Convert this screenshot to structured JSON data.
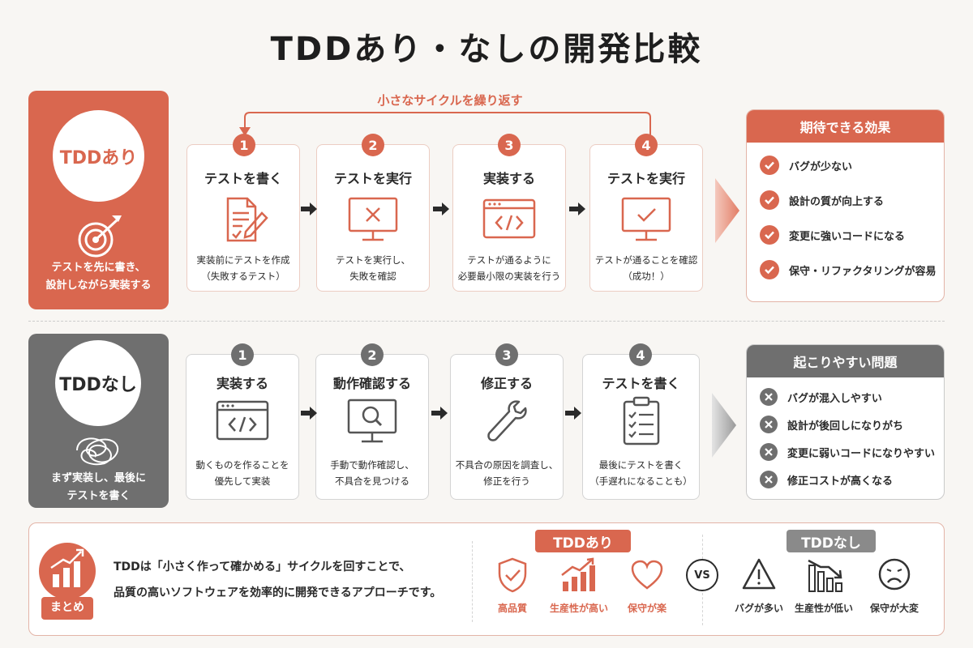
{
  "title": "TDDあり・なしの開発比較",
  "colors": {
    "accent": "#d9674f",
    "neutral": "#6f6f6f"
  },
  "with_tdd": {
    "label": "TDDあり",
    "desc": [
      "テストを先に書き、",
      "設計しながら実装する"
    ],
    "side_icon": "target-icon",
    "loop_label": "小さなサイクルを繰り返す",
    "steps": [
      {
        "num": "1",
        "title": "テストを書く",
        "icon": "document-pencil-icon",
        "desc": [
          "実装前にテストを作成",
          "（失敗するテスト）"
        ]
      },
      {
        "num": "2",
        "title": "テストを実行",
        "icon": "monitor-x-icon",
        "desc": [
          "テストを実行し、",
          "失敗を確認"
        ]
      },
      {
        "num": "3",
        "title": "実装する",
        "icon": "code-window-icon",
        "desc": [
          "テストが通るように",
          "必要最小限の実装を行う"
        ]
      },
      {
        "num": "4",
        "title": "テストを実行",
        "icon": "monitor-check-icon",
        "desc": [
          "テストが通ることを確認",
          "（成功！）"
        ]
      }
    ],
    "results_title": "期待できる効果",
    "results": [
      "バグが少ない",
      "設計の質が向上する",
      "変更に強いコードになる",
      "保守・リファクタリングが容易"
    ]
  },
  "without_tdd": {
    "label": "TDDなし",
    "desc": [
      "まず実装し、最後に",
      "テストを書く"
    ],
    "side_icon": "tangle-icon",
    "steps": [
      {
        "num": "1",
        "title": "実装する",
        "icon": "code-window-icon",
        "desc": [
          "動くものを作ることを",
          "優先して実装"
        ]
      },
      {
        "num": "2",
        "title": "動作確認する",
        "icon": "monitor-search-icon",
        "desc": [
          "手動で動作確認し、",
          "不具合を見つける"
        ]
      },
      {
        "num": "3",
        "title": "修正する",
        "icon": "wrench-icon",
        "desc": [
          "不具合の原因を調査し、",
          "修正を行う"
        ]
      },
      {
        "num": "4",
        "title": "テストを書く",
        "icon": "checklist-clipboard-icon",
        "desc": [
          "最後にテストを書く",
          "（手遅れになることも）"
        ]
      }
    ],
    "results_title": "起こりやすい問題",
    "results": [
      "バグが混入しやすい",
      "設計が後回しになりがち",
      "変更に弱いコードになりやすい",
      "修正コストが高くなる"
    ]
  },
  "summary": {
    "label": "まとめ",
    "text": [
      "TDDは「小さく作って確かめる」サイクルを回すことで、",
      "品質の高いソフトウェアを効率的に開発できるアプローチです。"
    ],
    "with_tag": "TDDあり",
    "without_tag": "TDDなし",
    "vs": "VS",
    "with_items": [
      "高品質",
      "生産性が高い",
      "保守が楽"
    ],
    "without_items": [
      "バグが多い",
      "生産性が低い",
      "保守が大変"
    ]
  }
}
